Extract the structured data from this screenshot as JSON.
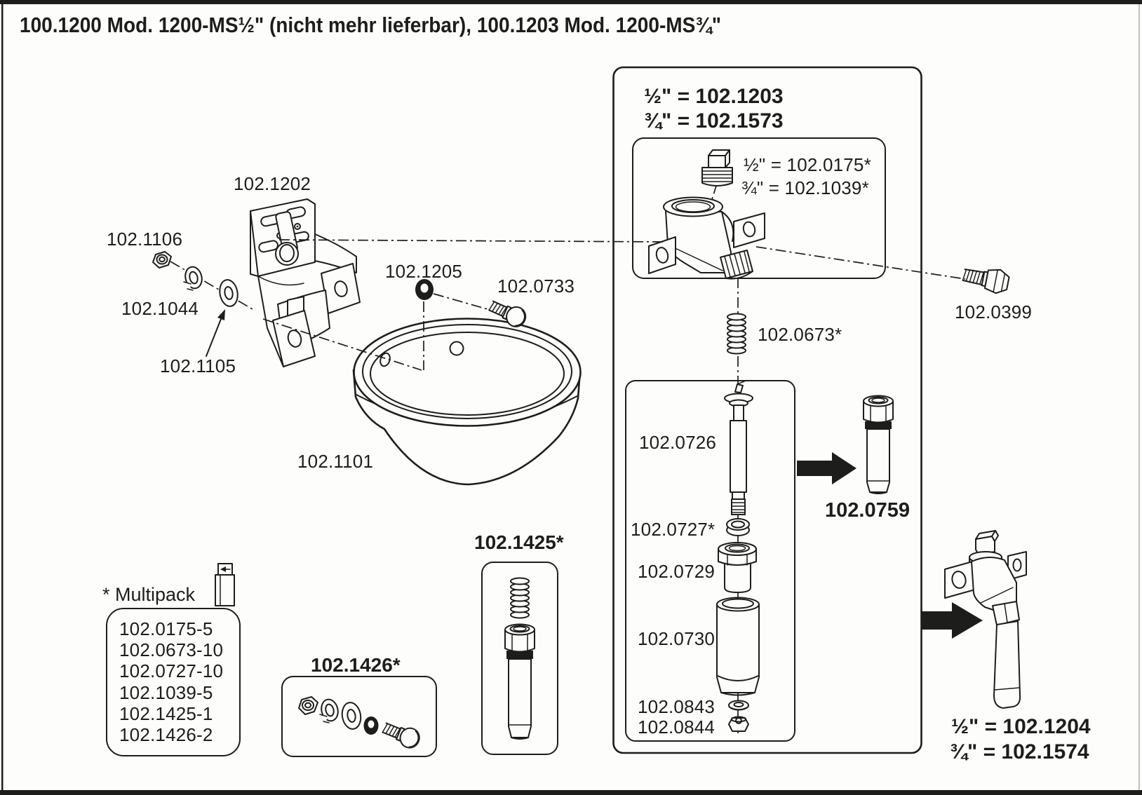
{
  "title": "100.1200 Mod. 1200-MS½\" (nicht mehr lieferbar), 100.1203 Mod. 1200-MS¾\"",
  "left_assembly": {
    "wall_bracket": "102.1202",
    "nut": "102.1106",
    "washer": "102.1044",
    "spacer": "102.1105",
    "bowl": "102.1101",
    "o_ring": "102.1205",
    "bowl_screw": "102.0733"
  },
  "valve_box": {
    "size_half": "½\" = 102.1203",
    "size_three_quarter": "¾\" = 102.1573",
    "plug_half": "½\" = 102.0175*",
    "plug_three_quarter": "¾\" = 102.1039*",
    "spring": "102.0673*",
    "cartridge_parts": {
      "stem": "102.0726",
      "seal": "102.0727*",
      "guide": "102.0729",
      "sleeve": "102.0730",
      "washer": "102.0843",
      "nut": "102.0844"
    },
    "cartridge_complete": "102.0759"
  },
  "mounting_bolt": "102.0399",
  "complete_valve": {
    "size_half": "½\" = 102.1204",
    "size_three_quarter": "¾\" = 102.1574"
  },
  "multipack": {
    "heading": "* Multipack",
    "items": [
      "102.0175-5",
      "102.0673-10",
      "102.0727-10",
      "102.1039-5",
      "102.1425-1",
      "102.1426-2"
    ]
  },
  "kits": {
    "mounting_kit": "102.1426*",
    "cartridge_kit": "102.1425*"
  }
}
